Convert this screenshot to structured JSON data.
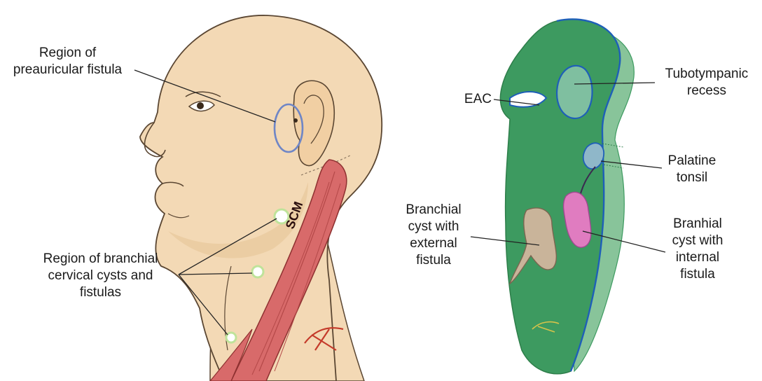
{
  "left_figure": {
    "preauricular_label": [
      "Region of",
      "preauricular fistula"
    ],
    "branchial_label": [
      "Region of branchial",
      "cervical cysts and",
      "fistulas"
    ],
    "muscle_label": "SCM"
  },
  "right_figure": {
    "eac_label": "EAC",
    "tubotympanic_label": [
      "Tubotympanic",
      "recess"
    ],
    "palatine_label": [
      "Palatine",
      "tonsil"
    ],
    "branchial_external_label": [
      "Branchial",
      "cyst with",
      "external",
      "fistula"
    ],
    "branchial_internal_label": [
      "Branhial",
      "cyst with",
      "internal",
      "fistula"
    ]
  },
  "colors": {
    "skin": "#f3d9b5",
    "skin_shade": "#e6c497",
    "outline": "#5a4632",
    "muscle": "#d86a6a",
    "ring_blue": "#6f86c6",
    "cyst_ring": "#bfe39a",
    "embryo_green": "#3d9a60",
    "embryo_light": "#88c49a",
    "blue_line": "#1e5fb8",
    "cyst_tan": "#c9b49a",
    "cyst_pink": "#e07cc0",
    "tonsil": "#8fb7c9"
  }
}
